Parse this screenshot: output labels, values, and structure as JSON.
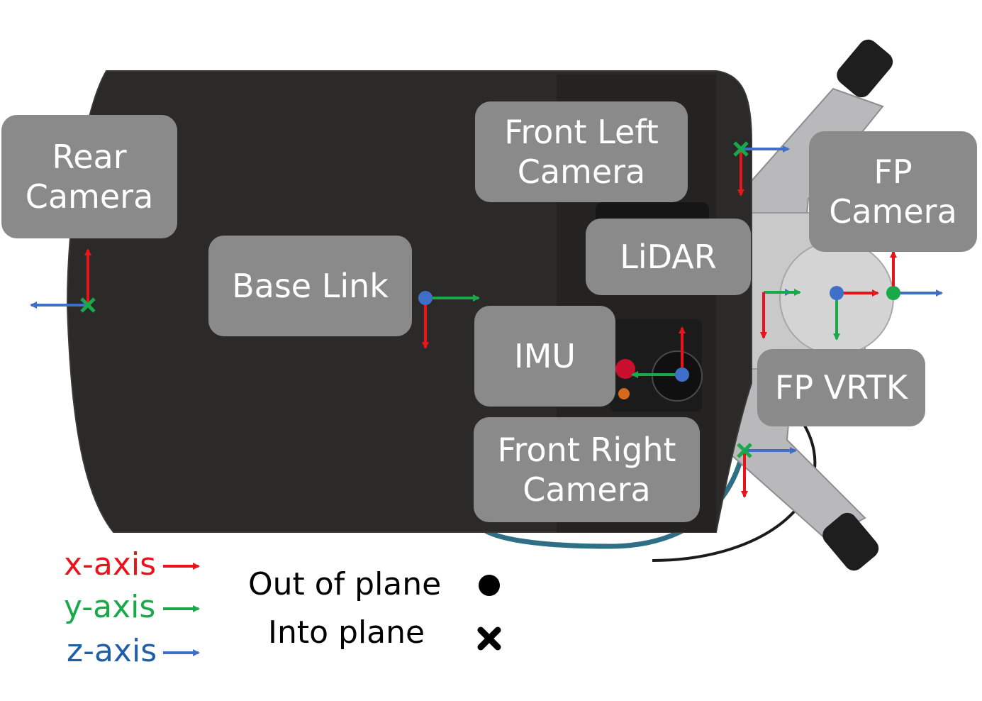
{
  "frames": {
    "rear_camera": [
      "Rear",
      "Camera"
    ],
    "base_link": [
      "Base Link"
    ],
    "front_left_camera": [
      "Front Left",
      "Camera"
    ],
    "lidar": [
      "LiDAR"
    ],
    "imu": [
      "IMU"
    ],
    "fp_camera": [
      "FP",
      "Camera"
    ],
    "fp_vrtk": [
      "FP VRTK"
    ],
    "front_right_camera": [
      "Front Right",
      "Camera"
    ]
  },
  "legend": {
    "x_axis": "x-axis",
    "y_axis": "y-axis",
    "z_axis": "z-axis",
    "out_of_plane": "Out of plane",
    "into_plane": "Into plane"
  },
  "colors": {
    "x_axis": "#e8141c",
    "y_axis": "#19a84a",
    "z_axis": "#3f6fc9",
    "label_box": "#8a8a8a",
    "robot_body": "#2b2a28"
  }
}
